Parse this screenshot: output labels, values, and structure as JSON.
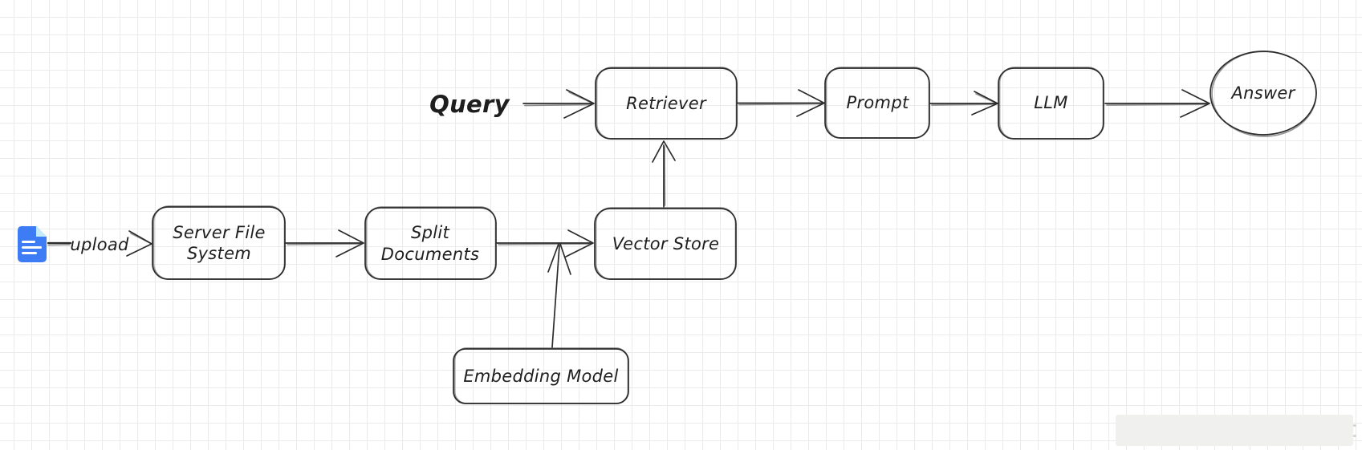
{
  "canvas": {
    "background_color": "#ffffff",
    "grid_color": "#ebebeb",
    "stroke_color": "#2b2b2b",
    "text_color": "#1e1e1e"
  },
  "nodes": {
    "query": {
      "label": "Query",
      "shape": "text"
    },
    "retriever": {
      "label": "Retriever",
      "shape": "rounded-rectangle"
    },
    "prompt": {
      "label": "Prompt",
      "shape": "rounded-rectangle"
    },
    "llm": {
      "label": "LLM",
      "shape": "rounded-rectangle"
    },
    "answer": {
      "label": "Answer",
      "shape": "ellipse"
    },
    "server_file_system": {
      "label": "Server File System",
      "shape": "rounded-rectangle"
    },
    "split_documents": {
      "label": "Split Documents",
      "shape": "rounded-rectangle"
    },
    "vector_store": {
      "label": "Vector Store",
      "shape": "rounded-rectangle"
    },
    "embedding_model": {
      "label": "Embedding Model",
      "shape": "rounded-rectangle"
    },
    "document": {
      "icon": "document-icon",
      "colors": {
        "body": "#3d7cf5",
        "fold": "#c3ebf8",
        "lines": "#ffffff"
      }
    }
  },
  "edges": [
    {
      "from": "document",
      "to": "server_file_system",
      "label": "upload"
    },
    {
      "from": "server_file_system",
      "to": "split_documents",
      "label": ""
    },
    {
      "from": "split_documents",
      "to": "vector_store",
      "label": ""
    },
    {
      "from": "embedding_model",
      "to": "split_documents_vector_store_arrow",
      "label": ""
    },
    {
      "from": "vector_store",
      "to": "retriever",
      "label": ""
    },
    {
      "from": "query",
      "to": "retriever",
      "label": ""
    },
    {
      "from": "retriever",
      "to": "prompt",
      "label": ""
    },
    {
      "from": "prompt",
      "to": "llm",
      "label": ""
    },
    {
      "from": "llm",
      "to": "answer",
      "label": ""
    }
  ]
}
